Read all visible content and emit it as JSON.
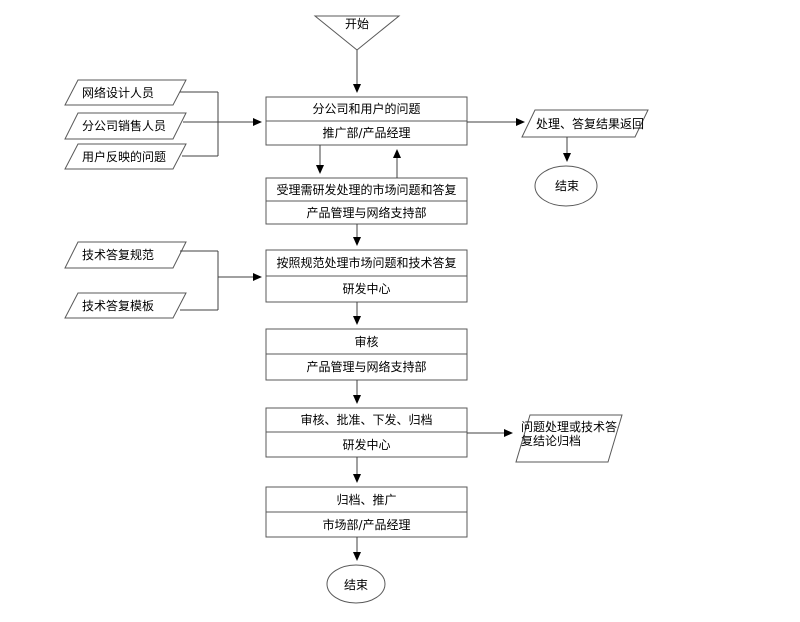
{
  "flowchart": {
    "start_label": "开始",
    "top_inputs": [
      {
        "label": "网络设计人员"
      },
      {
        "label": "分公司销售人员"
      },
      {
        "label": "用户反映的问题"
      }
    ],
    "mid_inputs": [
      {
        "label": "技术答复规范"
      },
      {
        "label": "技术答复模板"
      }
    ],
    "process_boxes": [
      {
        "action": "分公司和用户的问题",
        "owner": "推广部/产品经理"
      },
      {
        "action": "受理需研发处理的市场问题和答复",
        "owner": "产品管理与网络支持部"
      },
      {
        "action": "按照规范处理市场问题和技术答复",
        "owner": "研发中心"
      },
      {
        "action": "审核",
        "owner": "产品管理与网络支持部"
      },
      {
        "action": "审核、批准、下发、归档",
        "owner": "研发中心"
      },
      {
        "action": "归档、推广",
        "owner": "市场部/产品经理"
      }
    ],
    "output_result_return": "处理、答复结果返回",
    "output_archive": "问题处理或技术答复结论归档",
    "end_right_label": "结束",
    "end_bottom_label": "结束",
    "colors": {
      "shape_stroke": "#595959",
      "connector": "#404040",
      "arrowhead": "#000000",
      "background": "#ffffff"
    }
  }
}
